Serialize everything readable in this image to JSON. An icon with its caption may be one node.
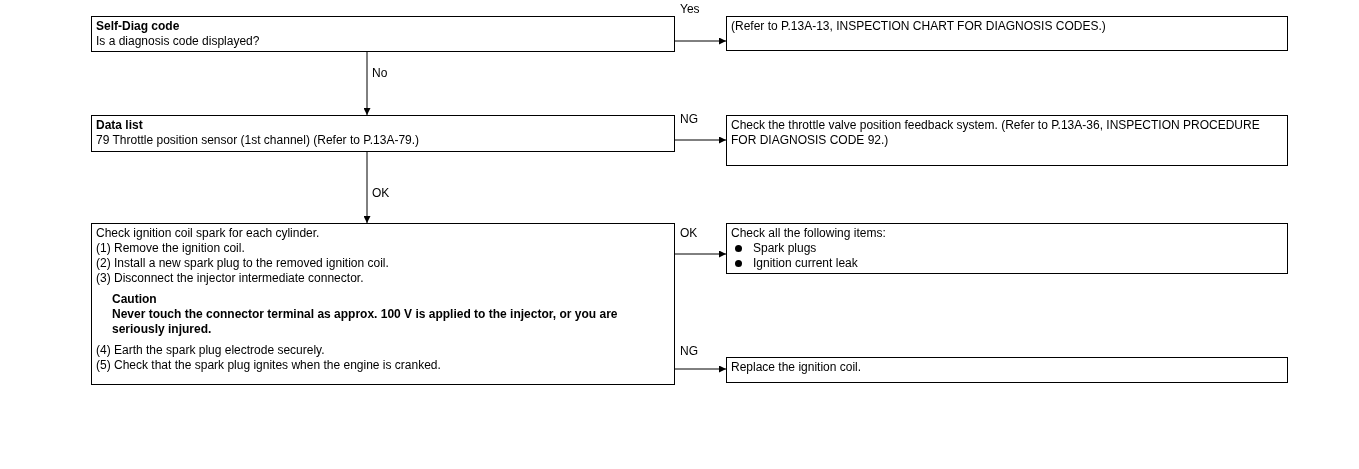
{
  "diagram": {
    "nodes": [
      {
        "text": [
          "Self-Diag code",
          "Is a diagnosis code displayed?"
        ]
      },
      {
        "text": [
          "Data list",
          "79 Throttle position sensor (1st channel) (Refer to P.13A-79.)"
        ]
      },
      {
        "text": [
          "Check ignition coil spark for each cylinder.",
          "(1) Remove the ignition coil.",
          "(2) Install a new spark plug to the removed ignition coil.",
          "(3) Disconnect the injector intermediate connector.",
          "Caution",
          "Never touch the connector terminal as approx. 100 V is applied to the injector, or you are seriously injured.",
          "(4) Earth the spark plug electrode securely.",
          "(5) Check that the spark plug ignites when the engine is cranked."
        ]
      },
      {
        "text": [
          "(Refer to P.13A-13, INSPECTION CHART FOR DIAGNOSIS CODES.)"
        ]
      },
      {
        "text": [
          "Check the throttle valve position feedback system. (Refer to P.13A-36, INSPECTION PROCEDURE FOR DIAGNOSIS CODE 92.)"
        ]
      },
      {
        "text": [
          "Check all the following items:",
          "Spark plugs",
          "Ignition current leak"
        ]
      },
      {
        "text": [
          "Replace the ignition coil."
        ]
      }
    ],
    "edges": [
      {
        "from": 0,
        "to": 3,
        "arrow": "to",
        "label": "Yes"
      },
      {
        "from": 0,
        "to": 1,
        "arrow": "to",
        "label": "No"
      },
      {
        "from": 1,
        "to": 4,
        "arrow": "to",
        "label": "NG"
      },
      {
        "from": 1,
        "to": 2,
        "arrow": "to",
        "label": "OK"
      },
      {
        "from": 2,
        "to": 5,
        "arrow": "to",
        "label": "OK"
      },
      {
        "from": 2,
        "to": 6,
        "arrow": "to",
        "label": "NG"
      }
    ]
  }
}
